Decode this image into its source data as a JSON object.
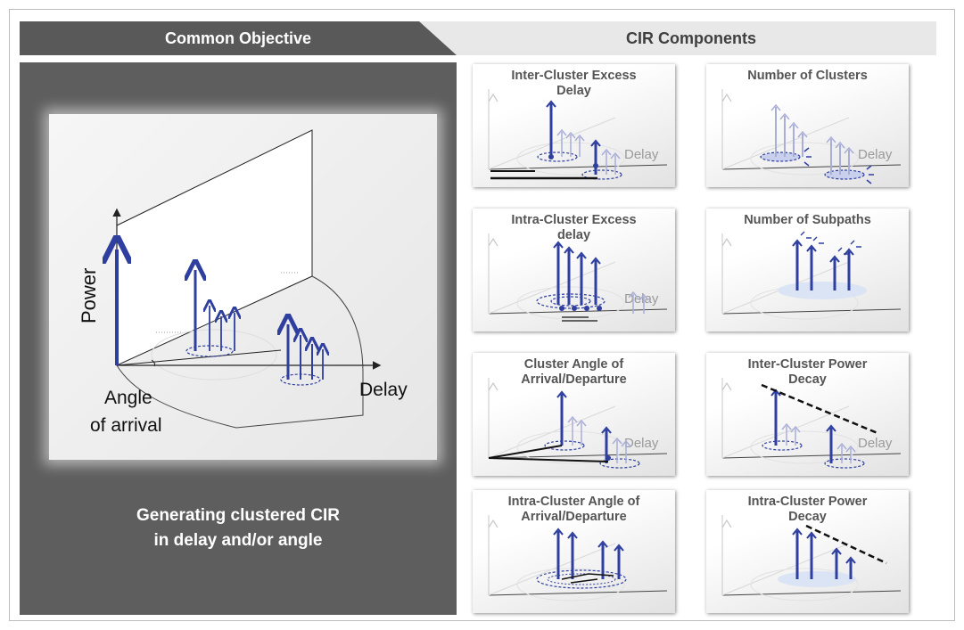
{
  "header": {
    "left_title": "Common Objective",
    "right_title": "CIR Components"
  },
  "main": {
    "power_label": "Power",
    "delay_label": "Delay",
    "angle_label_line1": "Angle",
    "angle_label_line2": "of arrival",
    "caption_line1": "Generating clustered CIR",
    "caption_line2": "in delay and/or angle"
  },
  "cards": [
    {
      "title_line1": "Inter-Cluster Excess",
      "title_line2": "Delay",
      "axis_label": "Delay"
    },
    {
      "title_line1": "Number of Clusters",
      "title_line2": "",
      "axis_label": "Delay"
    },
    {
      "title_line1": "Intra-Cluster Excess",
      "title_line2": "delay",
      "axis_label": "Delay"
    },
    {
      "title_line1": "Number of Subpaths",
      "title_line2": "",
      "axis_label": ""
    },
    {
      "title_line1": "Cluster Angle of",
      "title_line2": "Arrival/Departure",
      "axis_label": "Delay"
    },
    {
      "title_line1": "Inter-Cluster Power",
      "title_line2": "Decay",
      "axis_label": "Delay"
    },
    {
      "title_line1": "Intra-Cluster Angle of",
      "title_line2": "Arrival/Departure",
      "axis_label": ""
    },
    {
      "title_line1": "Intra-Cluster Power",
      "title_line2": "Decay",
      "axis_label": ""
    }
  ],
  "colors": {
    "arrow_blue": "#2f3f9f",
    "faded_blue": "#a9aed8",
    "panel_dark": "#5e5e5e",
    "header_dark": "#595959"
  }
}
